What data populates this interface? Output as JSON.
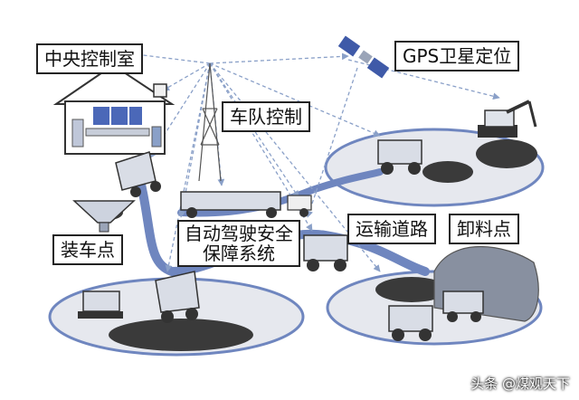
{
  "labels": {
    "control_room": "中央控制室",
    "gps": "GPS卫星定位",
    "fleet_control": "车队控制",
    "loading_point": "装车点",
    "autonomous_line1": "自动驾驶安全",
    "autonomous_line2": "保障系统",
    "haul_road": "运输道路",
    "dump_point": "卸料点"
  },
  "watermark": "头条 @煤观天下",
  "colors": {
    "link_line": "#8aa0c8",
    "road": "#6f86bf",
    "pad": "#e6e8ee",
    "truck_body": "#d9dde6",
    "ore": "#3a3a3a"
  }
}
